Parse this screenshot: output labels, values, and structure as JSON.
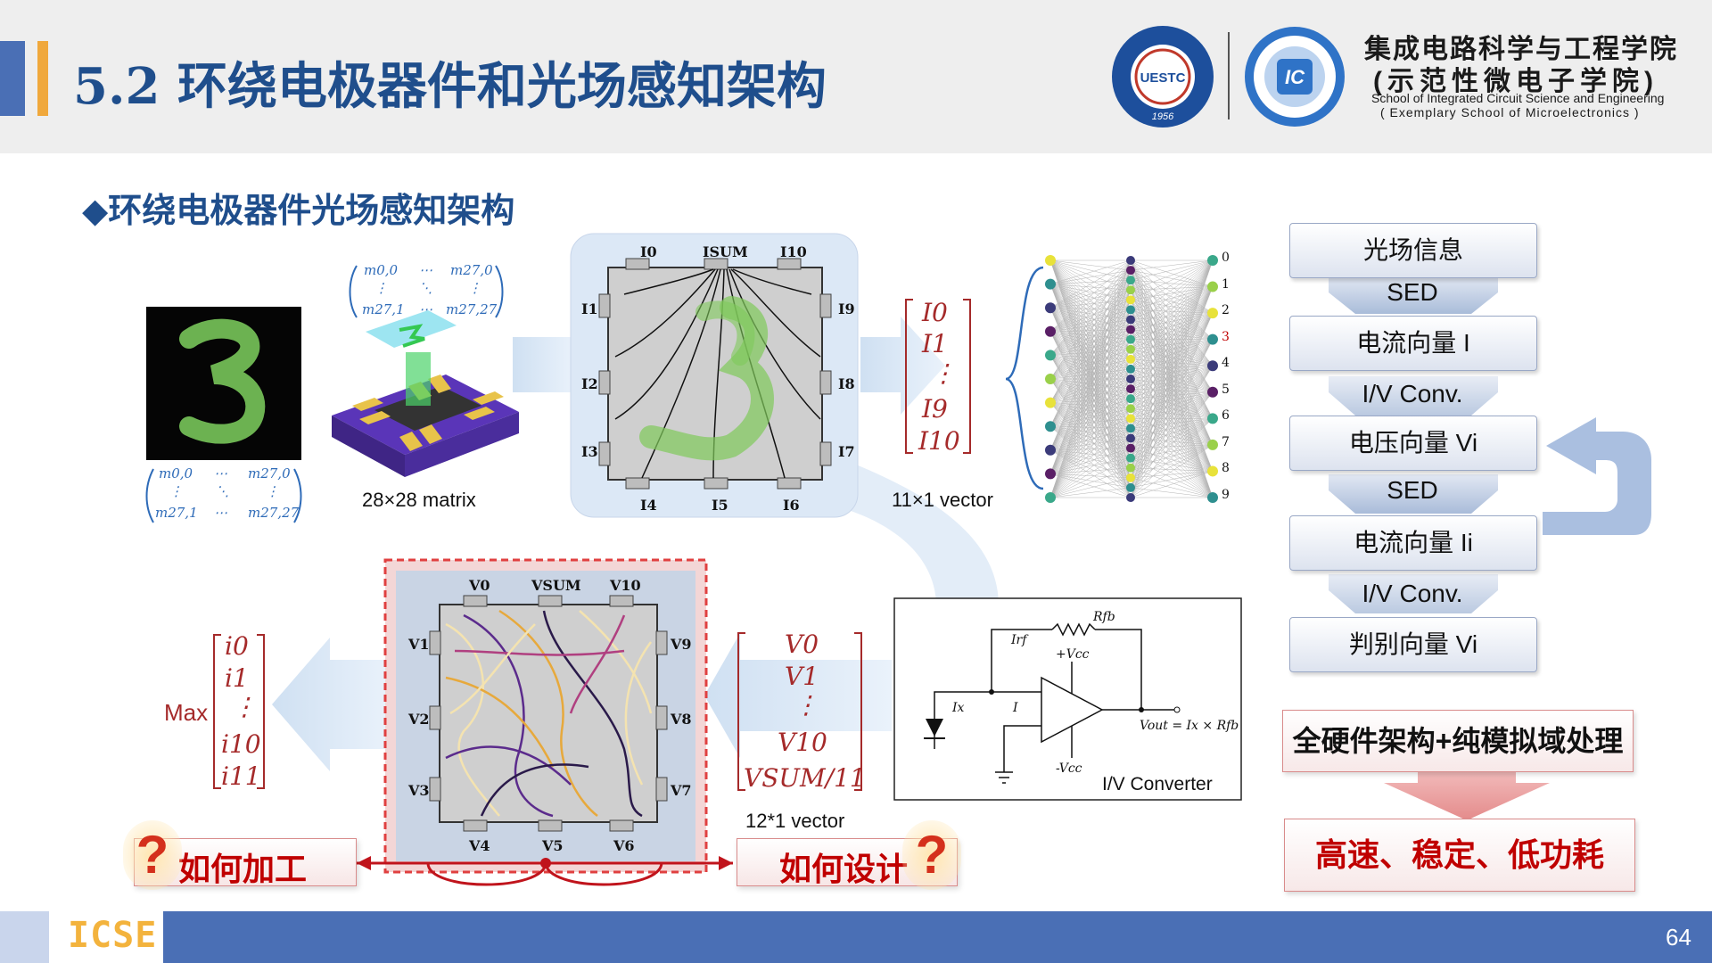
{
  "header": {
    "title": "5.2 环绕电极器件和光场感知架构",
    "school_name_cn_line1": "集成电路科学与工程学院",
    "school_name_cn_line2": "(示范性微电子学院)",
    "school_name_en_line1": "School of Integrated Circuit Science and Engineering",
    "school_name_en_line2": "( Exemplary School of Microelectronics )",
    "uestc_logo_text": "UESTC",
    "uestc_logo_year": "1956",
    "ic_logo_text": "IC"
  },
  "section_heading": "◆环绕电极器件光场感知架构",
  "diagram": {
    "matrix_label": "28×28 matrix",
    "vector11_label": "11×1 vector",
    "vector12_label": "12*1 vector",
    "matrix_entries": [
      "m0,0",
      "m27,0",
      "m27,1",
      "m27,27"
    ],
    "current_ports": [
      "I0",
      "ISUM",
      "I10",
      "I1",
      "I9",
      "I2",
      "I8",
      "I3",
      "I7",
      "I4",
      "I5",
      "I6"
    ],
    "voltage_ports": [
      "V0",
      "VSUM",
      "V10",
      "V1",
      "V9",
      "V2",
      "V8",
      "V3",
      "V7",
      "V4",
      "V5",
      "V6"
    ],
    "current_vector": [
      "I0",
      "I1",
      "⋮",
      "I9",
      "I10"
    ],
    "voltage_vector": [
      "V0",
      "V1",
      "⋮",
      "V10",
      "VSUM/11"
    ],
    "output_vector": [
      "i0",
      "i1",
      "⋮",
      "i10",
      "i11"
    ],
    "max_label": "Max",
    "nn_output_labels": [
      "0",
      "1",
      "2",
      "3",
      "4",
      "5",
      "6",
      "7",
      "8",
      "9"
    ],
    "converter_label": "I/V Converter",
    "converter_rfb": "Rfb",
    "converter_irf": "Irf",
    "converter_vcc_pos": "+Vcc",
    "converter_vcc_neg": "-Vcc",
    "converter_ix": "Ix",
    "converter_i": "I",
    "converter_vout": "Vout = Ix × Rfb",
    "how_to_fabricate": "如何加工",
    "how_to_design": "如何设计",
    "question_mark": "?"
  },
  "flow": {
    "steps": [
      "光场信息",
      "电流向量 I",
      "电压向量 Vi",
      "电流向量 Ii",
      "判别向量 Vi"
    ],
    "arrow_labels": [
      "SED",
      "I/V Conv.",
      "SED",
      "I/V Conv."
    ]
  },
  "summary": {
    "box1": "全硬件架构+纯模拟域处理",
    "box2": "高速、稳定、低功耗"
  },
  "footer": {
    "logo": "ICSE",
    "page": "64"
  },
  "colors": {
    "title_blue": "#1f4e8c",
    "accent_orange": "#f0a83c",
    "footer_blue": "#4a6fb5",
    "red_text": "#c00000",
    "vector_red": "#a52a2a"
  }
}
